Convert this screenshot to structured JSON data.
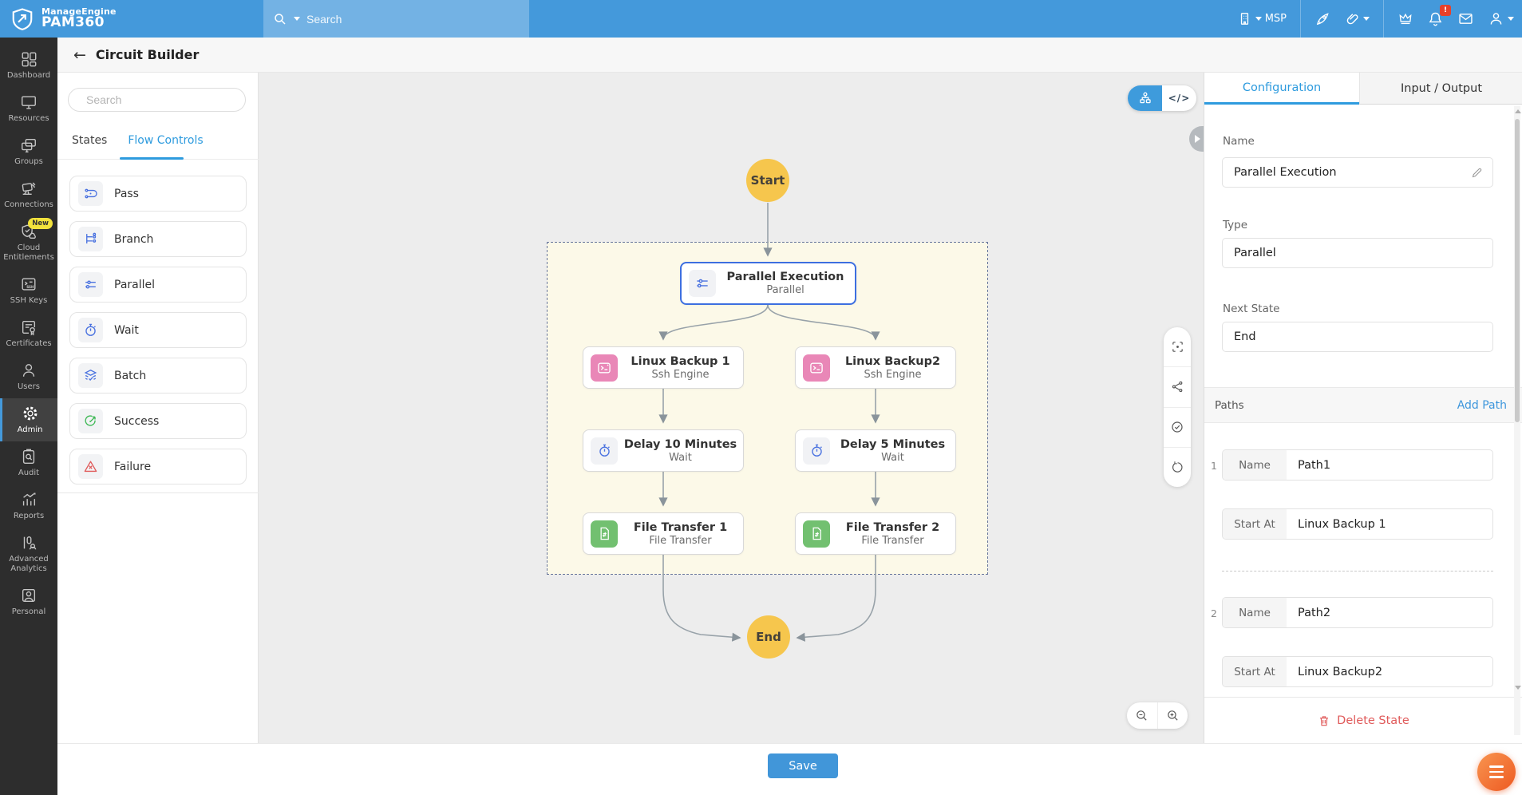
{
  "colors": {
    "brand_blue": "#4499db",
    "accent_blue": "#2e9bde",
    "node_selected_blue": "#3d6fe0",
    "start_end_yellow": "#f6c64d",
    "ssh_pink": "#e987b7",
    "file_green": "#72c070",
    "failure_red": "#e05a5a",
    "delete_red": "#e05a5a",
    "fab_orange": "#ee5a22",
    "sidebar_dark": "#2d2d2d",
    "group_bg_yellow": "#fcf9e8"
  },
  "topbar": {
    "brand_line1": "ManageEngine",
    "brand_line2": "PAM360",
    "search_placeholder": "Search",
    "org_label": "MSP",
    "bell_badge": "!"
  },
  "header": {
    "back_arrow": "←",
    "title": "Circuit Builder"
  },
  "sidebar": {
    "items": [
      {
        "label": "Dashboard"
      },
      {
        "label": "Resources"
      },
      {
        "label": "Groups"
      },
      {
        "label": "Connections"
      },
      {
        "label": "Cloud Entitlements",
        "badge": "New"
      },
      {
        "label": "SSH Keys"
      },
      {
        "label": "Certificates"
      },
      {
        "label": "Users"
      },
      {
        "label": "Admin",
        "active": true
      },
      {
        "label": "Audit"
      },
      {
        "label": "Reports"
      },
      {
        "label": "Advanced Analytics"
      },
      {
        "label": "Personal"
      }
    ]
  },
  "palette": {
    "search_placeholder": "Search",
    "tabs": [
      {
        "label": "States"
      },
      {
        "label": "Flow Controls",
        "active": true
      }
    ],
    "items": [
      {
        "label": "Pass"
      },
      {
        "label": "Branch"
      },
      {
        "label": "Parallel"
      },
      {
        "label": "Wait"
      },
      {
        "label": "Batch"
      },
      {
        "label": "Success"
      },
      {
        "label": "Failure"
      }
    ]
  },
  "canvas": {
    "start_label": "Start",
    "end_label": "End",
    "code_toggle_label": "</>",
    "nodes": [
      {
        "title": "Parallel Execution",
        "subtitle": "Parallel",
        "selected": true
      },
      {
        "title": "Linux Backup 1",
        "subtitle": "Ssh Engine"
      },
      {
        "title": "Linux Backup2",
        "subtitle": "Ssh Engine"
      },
      {
        "title": "Delay 10 Minutes",
        "subtitle": "Wait"
      },
      {
        "title": "Delay 5 Minutes",
        "subtitle": "Wait"
      },
      {
        "title": "File Transfer 1",
        "subtitle": "File Transfer"
      },
      {
        "title": "File Transfer 2",
        "subtitle": "File Transfer"
      }
    ]
  },
  "config_panel": {
    "tabs": [
      {
        "label": "Configuration",
        "active": true
      },
      {
        "label": "Input / Output"
      }
    ],
    "fields": {
      "name_label": "Name",
      "name_value": "Parallel Execution",
      "type_label": "Type",
      "type_value": "Parallel",
      "next_state_label": "Next State",
      "next_state_value": "End"
    },
    "paths_section": {
      "title": "Paths",
      "add_label": "Add Path",
      "rows": [
        {
          "index": "1",
          "name_label": "Name",
          "name_value": "Path1",
          "start_label": "Start At",
          "start_value": "Linux Backup 1"
        },
        {
          "index": "2",
          "name_label": "Name",
          "name_value": "Path2",
          "start_label": "Start At",
          "start_value": "Linux Backup2"
        }
      ]
    },
    "delete_label": "Delete State"
  },
  "footer": {
    "save_label": "Save"
  }
}
